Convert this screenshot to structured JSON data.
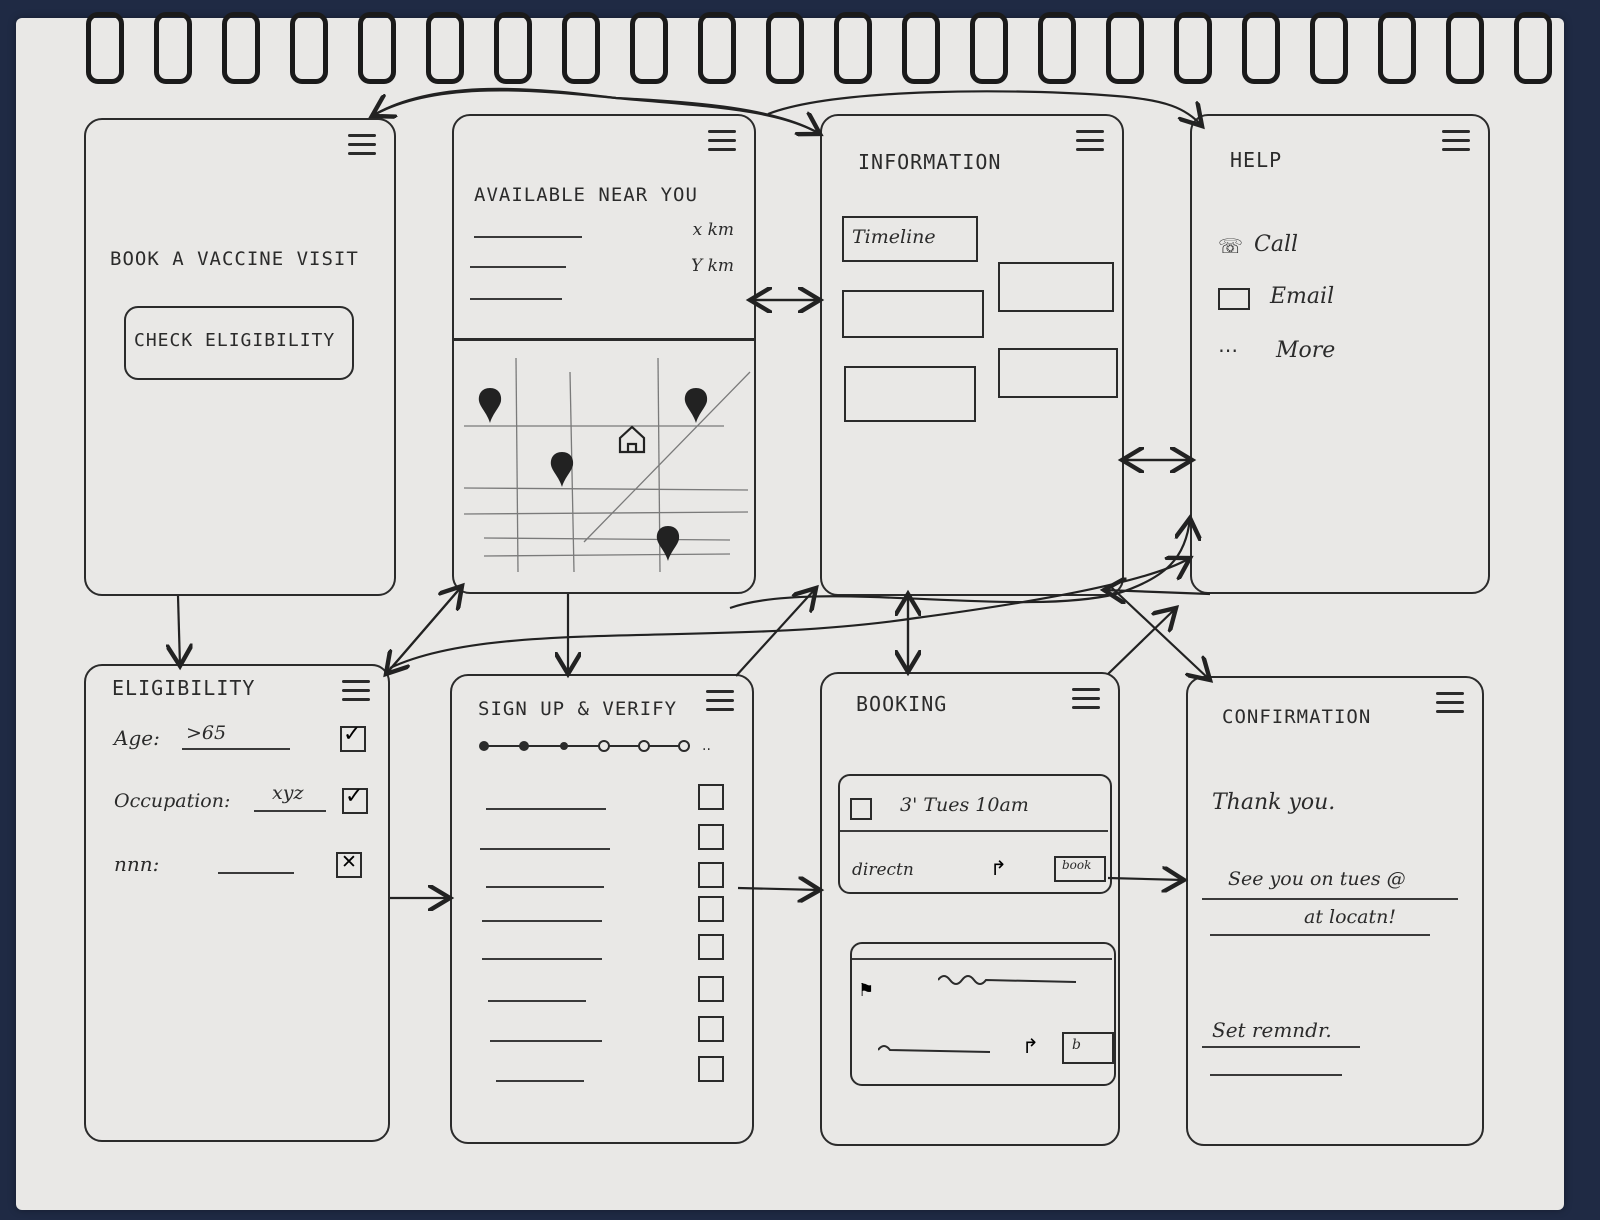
{
  "screens": {
    "book": {
      "title": "BOOK A VACCINE VISIT",
      "button": "CHECK ELIGIBILITY"
    },
    "available": {
      "title": "AVAILABLE NEAR YOU",
      "dist1": "x km",
      "dist2": "Y km"
    },
    "information": {
      "title": "INFORMATION",
      "timeline": "Timeline"
    },
    "help": {
      "title": "HELP",
      "call": "Call",
      "email": "Email",
      "more": "More"
    },
    "eligibility": {
      "title": "ELIGIBILITY",
      "age_label": "Age:",
      "age_value": ">65",
      "occupation_label": "Occupation:",
      "occupation_value": "xyz",
      "other_label": "nnn:"
    },
    "signup": {
      "title": "SIGN UP & VERIFY"
    },
    "booking": {
      "title": "BOOKING",
      "slot": "3' Tues 10am",
      "directions": "directn",
      "book_btn": "book",
      "book_btn2": "b"
    },
    "confirmation": {
      "title": "CONFIRMATION",
      "thanks": "Thank you.",
      "see_you": "See you on tues @",
      "at_location": "at locatn!",
      "reminder": "Set remndr."
    }
  },
  "colors": {
    "paper": "#e9e8e6",
    "ink": "#2b2b2b",
    "background": "#1f2a44"
  }
}
